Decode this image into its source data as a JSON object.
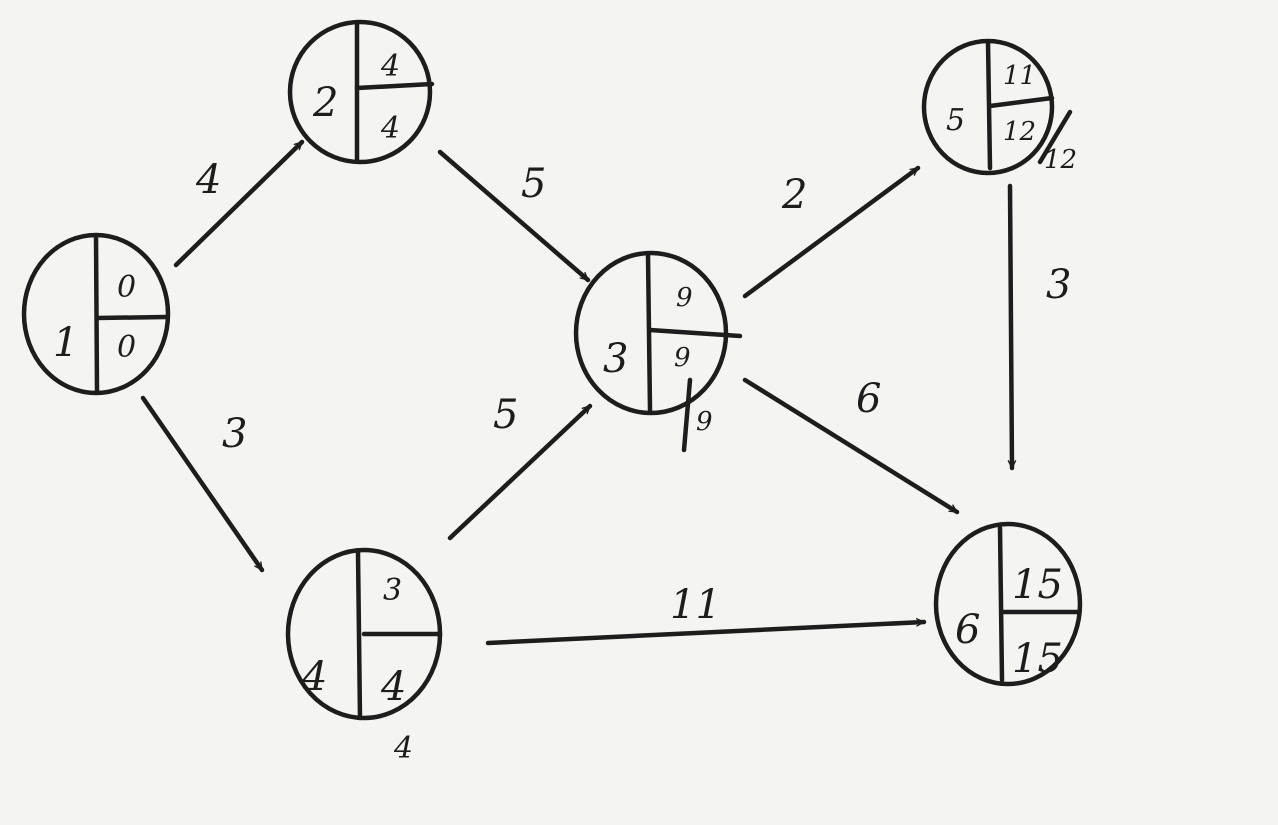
{
  "nodes": [
    {
      "id": "1",
      "top": "0",
      "bottom": "0",
      "extra": ""
    },
    {
      "id": "2",
      "top": "4",
      "bottom": "4",
      "extra": ""
    },
    {
      "id": "3",
      "top": "9",
      "bottom": "9",
      "extra": "9"
    },
    {
      "id": "4",
      "top": "3",
      "bottom": "4",
      "extra": "4"
    },
    {
      "id": "5",
      "top": "11",
      "bottom": "12",
      "extra": "12"
    },
    {
      "id": "6",
      "top": "15",
      "bottom": "15",
      "extra": ""
    }
  ],
  "edges": [
    {
      "from": "1",
      "to": "2",
      "weight": "4"
    },
    {
      "from": "1",
      "to": "4",
      "weight": "3"
    },
    {
      "from": "2",
      "to": "3",
      "weight": "5"
    },
    {
      "from": "4",
      "to": "3",
      "weight": "5"
    },
    {
      "from": "3",
      "to": "5",
      "weight": "2"
    },
    {
      "from": "3",
      "to": "6",
      "weight": "6"
    },
    {
      "from": "5",
      "to": "6",
      "weight": "3"
    },
    {
      "from": "4",
      "to": "6",
      "weight": "11"
    }
  ]
}
